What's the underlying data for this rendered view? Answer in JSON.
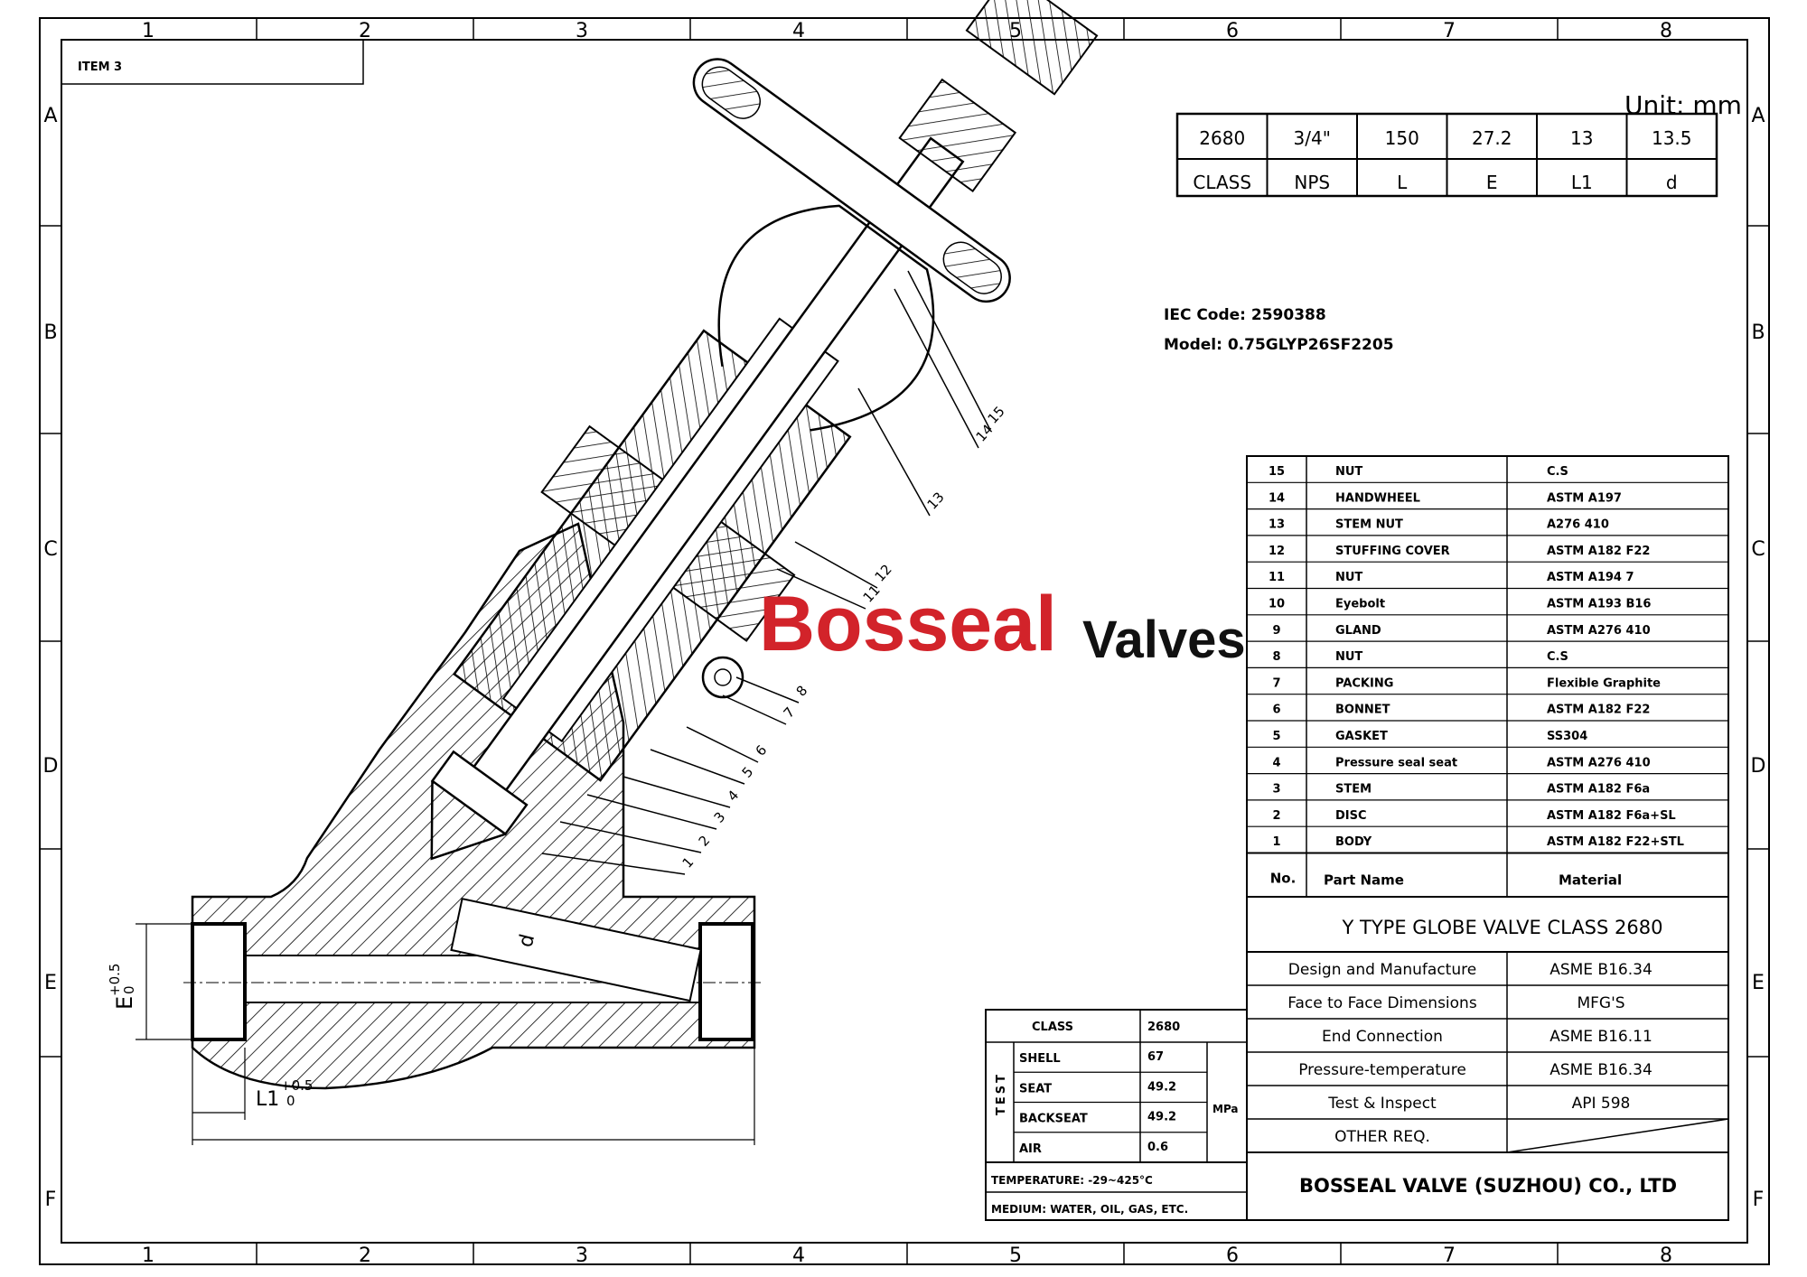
{
  "frame": {
    "col_labels": [
      "1",
      "2",
      "3",
      "4",
      "5",
      "6",
      "7",
      "8"
    ],
    "row_labels": [
      "A",
      "B",
      "C",
      "D",
      "E",
      "F"
    ],
    "item": "ITEM 3"
  },
  "unit": "Unit: mm",
  "dimension_table": {
    "values": [
      "2680",
      "3/4\"",
      "150",
      "27.2",
      "13",
      "13.5"
    ],
    "headers": [
      "CLASS",
      "NPS",
      "L",
      "E",
      "L1",
      "d"
    ]
  },
  "codes": {
    "iec": "IEC Code: 2590388",
    "model": "Model: 0.75GLYP26SF2205"
  },
  "parts": [
    {
      "no": "15",
      "name": "NUT",
      "material": "C.S"
    },
    {
      "no": "14",
      "name": "HANDWHEEL",
      "material": "ASTM A197"
    },
    {
      "no": "13",
      "name": "STEM NUT",
      "material": "A276 410"
    },
    {
      "no": "12",
      "name": "STUFFING COVER",
      "material": "ASTM A182 F22"
    },
    {
      "no": "11",
      "name": "NUT",
      "material": "ASTM A194 7"
    },
    {
      "no": "10",
      "name": "Eyebolt",
      "material": "ASTM A193 B16"
    },
    {
      "no": "9",
      "name": "GLAND",
      "material": "ASTM A276 410"
    },
    {
      "no": "8",
      "name": "NUT",
      "material": "C.S"
    },
    {
      "no": "7",
      "name": "PACKING",
      "material": "Flexible Graphite"
    },
    {
      "no": "6",
      "name": "BONNET",
      "material": "ASTM A182 F22"
    },
    {
      "no": "5",
      "name": "GASKET",
      "material": "SS304"
    },
    {
      "no": "4",
      "name": "Pressure seal seat",
      "material": "ASTM A276 410"
    },
    {
      "no": "3",
      "name": "STEM",
      "material": "ASTM A182 F6a"
    },
    {
      "no": "2",
      "name": "DISC",
      "material": "ASTM A182 F6a+SL"
    },
    {
      "no": "1",
      "name": "BODY",
      "material": "ASTM A182 F22+STL"
    }
  ],
  "parts_header": {
    "no": "No.",
    "name": "Part Name",
    "material": "Material"
  },
  "title": "Y TYPE GLOBE VALVE CLASS 2680",
  "specs": [
    {
      "label": "Design and Manufacture",
      "value": "ASME B16.34"
    },
    {
      "label": "Face to Face Dimensions",
      "value": "MFG'S"
    },
    {
      "label": "End Connection",
      "value": "ASME B16.11"
    },
    {
      "label": "Pressure-temperature",
      "value": "ASME B16.34"
    },
    {
      "label": "Test & Inspect",
      "value": "API 598"
    },
    {
      "label": "OTHER REQ.",
      "value": ""
    }
  ],
  "company": "BOSSEAL VALVE (SUZHOU) CO., LTD",
  "test_table": {
    "class_label": "CLASS",
    "class_value": "2680",
    "test_label": "TEST",
    "unit": "MPa",
    "rows": [
      {
        "label": "SHELL",
        "value": "67"
      },
      {
        "label": "SEAT",
        "value": "49.2"
      },
      {
        "label": "BACKSEAT",
        "value": "49.2"
      },
      {
        "label": "AIR",
        "value": "0.6"
      }
    ],
    "temperature": "TEMPERATURE: -29~425°C",
    "medium": "MEDIUM: WATER, OIL, GAS, ETC."
  },
  "watermark": {
    "brand": "Bosseal",
    "suffix": "Valves",
    "color": "#d2232a"
  },
  "drawing": {
    "balloons": [
      "15",
      "14",
      "13",
      "12",
      "11",
      "8",
      "7",
      "6",
      "5",
      "4",
      "3",
      "2",
      "1"
    ],
    "dim_e": "E",
    "dim_e_tol": "+0.5",
    "dim_e_zero": "0",
    "dim_l1": "L1",
    "dim_l1_tol": "+0.5",
    "dim_l1_zero": "0",
    "dim_d": "d"
  }
}
